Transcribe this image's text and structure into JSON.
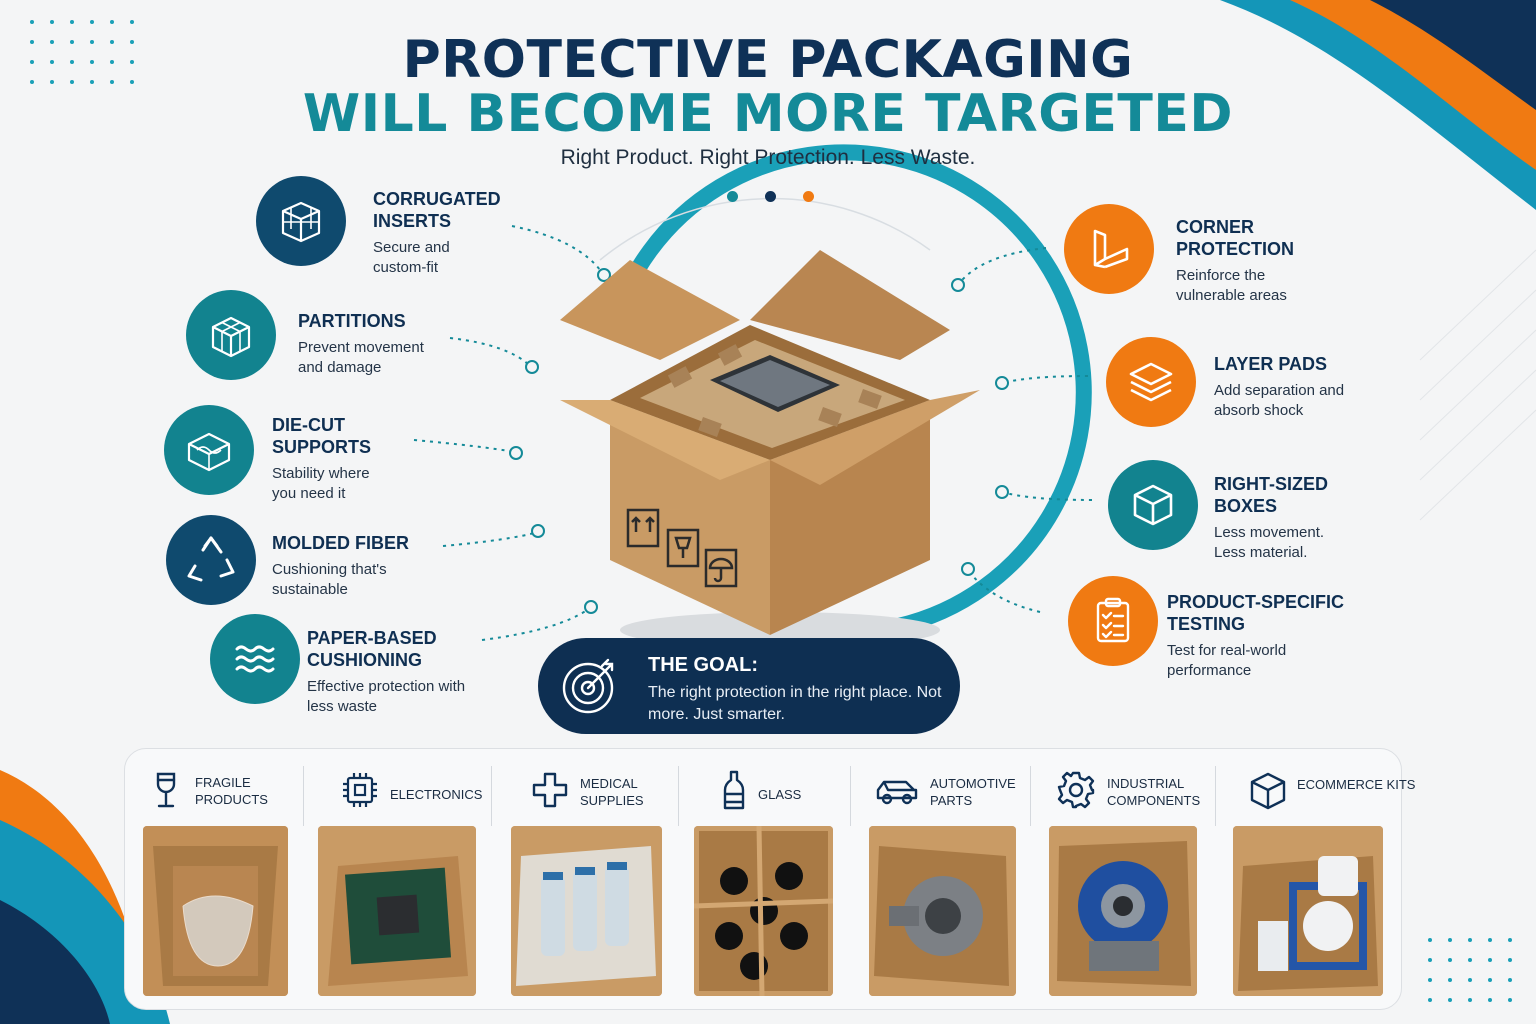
{
  "header": {
    "title_line1": "PROTECTIVE PACKAGING",
    "title_line2": "WILL BECOME MORE TARGETED",
    "tagline": "Right Product. Right Protection. Less Waste."
  },
  "colors": {
    "navy": "#0f3157",
    "teal": "#148a98",
    "orange": "#f07a12",
    "cardboard": "#c99b65"
  },
  "left_features": [
    {
      "icon": "box-insert-icon",
      "title": "CORRUGATED INSERTS",
      "desc": "Secure and custom-fit"
    },
    {
      "icon": "partition-cube-icon",
      "title": "PARTITIONS",
      "desc": "Prevent movement and damage"
    },
    {
      "icon": "die-cut-box-icon",
      "title": "DIE-CUT SUPPORTS",
      "desc": "Stability where you need it"
    },
    {
      "icon": "recycle-icon",
      "title": "MOLDED FIBER",
      "desc": "Cushioning that's sustainable"
    },
    {
      "icon": "waves-icon",
      "title": "PAPER-BASED CUSHIONING",
      "desc": "Effective protection with less waste"
    }
  ],
  "right_features": [
    {
      "icon": "corner-guard-icon",
      "title": "CORNER PROTECTION",
      "desc": "Reinforce the vulnerable areas"
    },
    {
      "icon": "layers-icon",
      "title": "LAYER PADS",
      "desc": "Add separation and absorb shock"
    },
    {
      "icon": "cube-icon",
      "title": "RIGHT-SIZED BOXES",
      "desc": "Less movement. Less material."
    },
    {
      "icon": "clipboard-check-icon",
      "title": "PRODUCT-SPECIFIC TESTING",
      "desc": "Test for real-world performance"
    }
  ],
  "goal": {
    "icon": "target-icon",
    "title": "THE GOAL:",
    "desc": "The right protection in the right place. Not more. Just smarter."
  },
  "categories": [
    {
      "icon": "wine-glass-icon",
      "label": "FRAGILE PRODUCTS"
    },
    {
      "icon": "chip-icon",
      "label": "ELECTRONICS"
    },
    {
      "icon": "medical-cross-icon",
      "label": "MEDICAL SUPPLIES"
    },
    {
      "icon": "bottle-icon",
      "label": "GLASS"
    },
    {
      "icon": "car-icon",
      "label": "AUTOMOTIVE PARTS"
    },
    {
      "icon": "gear-icon",
      "label": "INDUSTRIAL COMPONENTS"
    },
    {
      "icon": "package-icon",
      "label": "ECOMMERCE KITS"
    }
  ]
}
